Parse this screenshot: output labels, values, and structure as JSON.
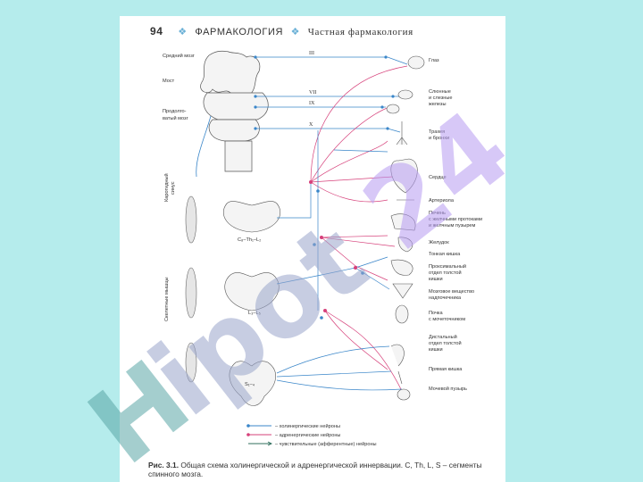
{
  "header": {
    "page_number": "94",
    "separator": "❖",
    "book_title": "ФАРМАКОЛОГИЯ",
    "section": "Частная фармакология"
  },
  "left_labels": {
    "midbrain": "Средний мозг",
    "pons": "Мост",
    "medulla_1": "Продолго-",
    "medulla_2": "ватый мозг",
    "carotid_1": "Каротидный",
    "carotid_2": "синус",
    "skeletal": "Скелетные мышцы"
  },
  "nerves": [
    "III",
    "VII",
    "IX",
    "X"
  ],
  "segments": {
    "cervical": "C₈–Th₁–L₂",
    "lumbar": "L₃–L₅",
    "sacral": "S₁–₄"
  },
  "organs": [
    "Глаз",
    "Слюнные",
    "и слезные",
    "железы",
    "Трахея",
    "и бронхи",
    "Сердце",
    "Артериола",
    "Печень",
    "с желчными протоками",
    "и желчным пузырем",
    "Желудок",
    "Тонкая кишка",
    "Проксимальный",
    "отдел толстой",
    "кишки",
    "Мозговое вещество",
    "надпочечника",
    "Почка",
    "с мочеточником",
    "Дистальный",
    "отдел толстой",
    "кишки",
    "Прямая кишка",
    "Мочевой пузырь"
  ],
  "legend": [
    {
      "text": "– холинергические нейроны",
      "color": "#3a86c9"
    },
    {
      "text": "– адренергические нейроны",
      "color": "#d6407a"
    },
    {
      "text": "– чувствительные (афферентные) нейроны",
      "color": "#2f6f5d"
    }
  ],
  "caption": {
    "label": "Рис. 3.1.",
    "text": "Общая схема холинергической и адренергической иннервации. С, Th, L, S – сегменты спинного мозга."
  },
  "watermark": {
    "text": "Hipot24",
    "colors": {
      "h": "#5aa7a7",
      "pot": "#9aa6cc",
      "num": "#b79cf2"
    }
  },
  "colors": {
    "background": "#b5ecec",
    "cholinergic": "#3a86c9",
    "adrenergic": "#d6407a",
    "afferent": "#2f6f5d"
  }
}
